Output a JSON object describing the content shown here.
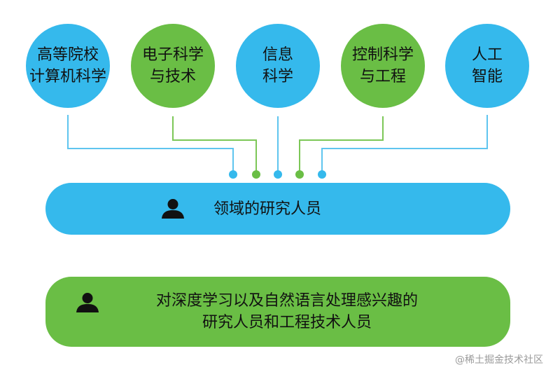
{
  "colors": {
    "blue": "#35b9ec",
    "green": "#6abe45",
    "line_blue": "#5fc5ef",
    "line_green": "#7cc757"
  },
  "circles": [
    {
      "label": "高等院校\n计算机科学",
      "color": "blue"
    },
    {
      "label": "电子科学\n与技术",
      "color": "green"
    },
    {
      "label": "信息\n科学",
      "color": "blue"
    },
    {
      "label": "控制科学\n与工程",
      "color": "green"
    },
    {
      "label": "人工\n智能",
      "color": "blue"
    }
  ],
  "bars": [
    {
      "text": "领域的研究人员",
      "icon": "person-icon",
      "color": "blue"
    },
    {
      "text": "对深度学习以及自然语言处理感兴趣的\n研究人员和工程技术人员",
      "icon": "person-icon",
      "color": "green"
    }
  ],
  "watermark": "@稀土掘金技术社区"
}
